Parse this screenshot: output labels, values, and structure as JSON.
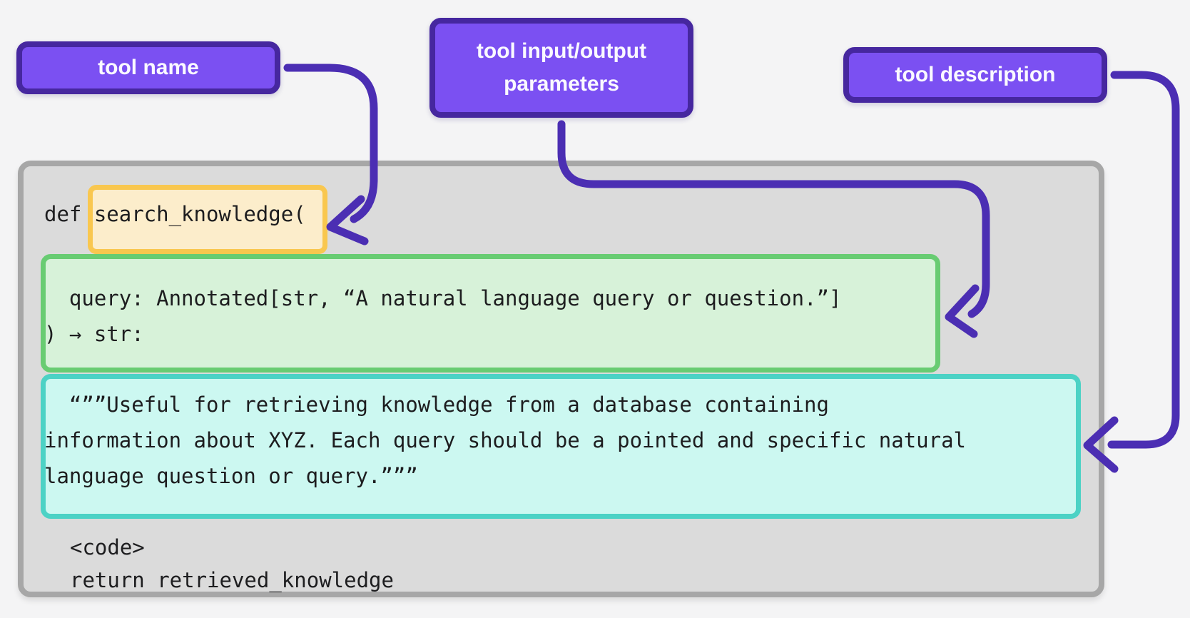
{
  "diagram_title": "annotated tool definition code diagram",
  "labels": {
    "tool_name": "tool name",
    "tool_params": "tool input/output parameters",
    "tool_description": "tool description"
  },
  "code": {
    "def_line": "def search_knowledge(",
    "params_block": [
      "  query: Annotated[str, “A natural language query or question.”]",
      ") → str:"
    ],
    "doc_block": [
      "  “””Useful for retrieving knowledge from a database containing",
      "information about XYZ. Each query should be a pointed and specific natural",
      "language question or query.”””"
    ],
    "body_block": [
      "<code>",
      "return retrieved_knowledge"
    ]
  },
  "colors": {
    "page_background": "#f4f4f5",
    "label_fill": "#7b50f2",
    "label_border": "#46279f",
    "label_text": "#faf9ff",
    "arrow": "#4b2eb3",
    "panel_fill": "#dbdbdb",
    "panel_border": "#a7a7a7",
    "name_highlight_fill": "#fcedcb",
    "name_highlight_border": "#f9c74f",
    "params_highlight_fill": "#d7f2d9",
    "params_highlight_border": "#68cc72",
    "doc_highlight_fill": "#ccf8f1",
    "doc_highlight_border": "#4cd2c5",
    "code_text": "#1d1d1f"
  }
}
